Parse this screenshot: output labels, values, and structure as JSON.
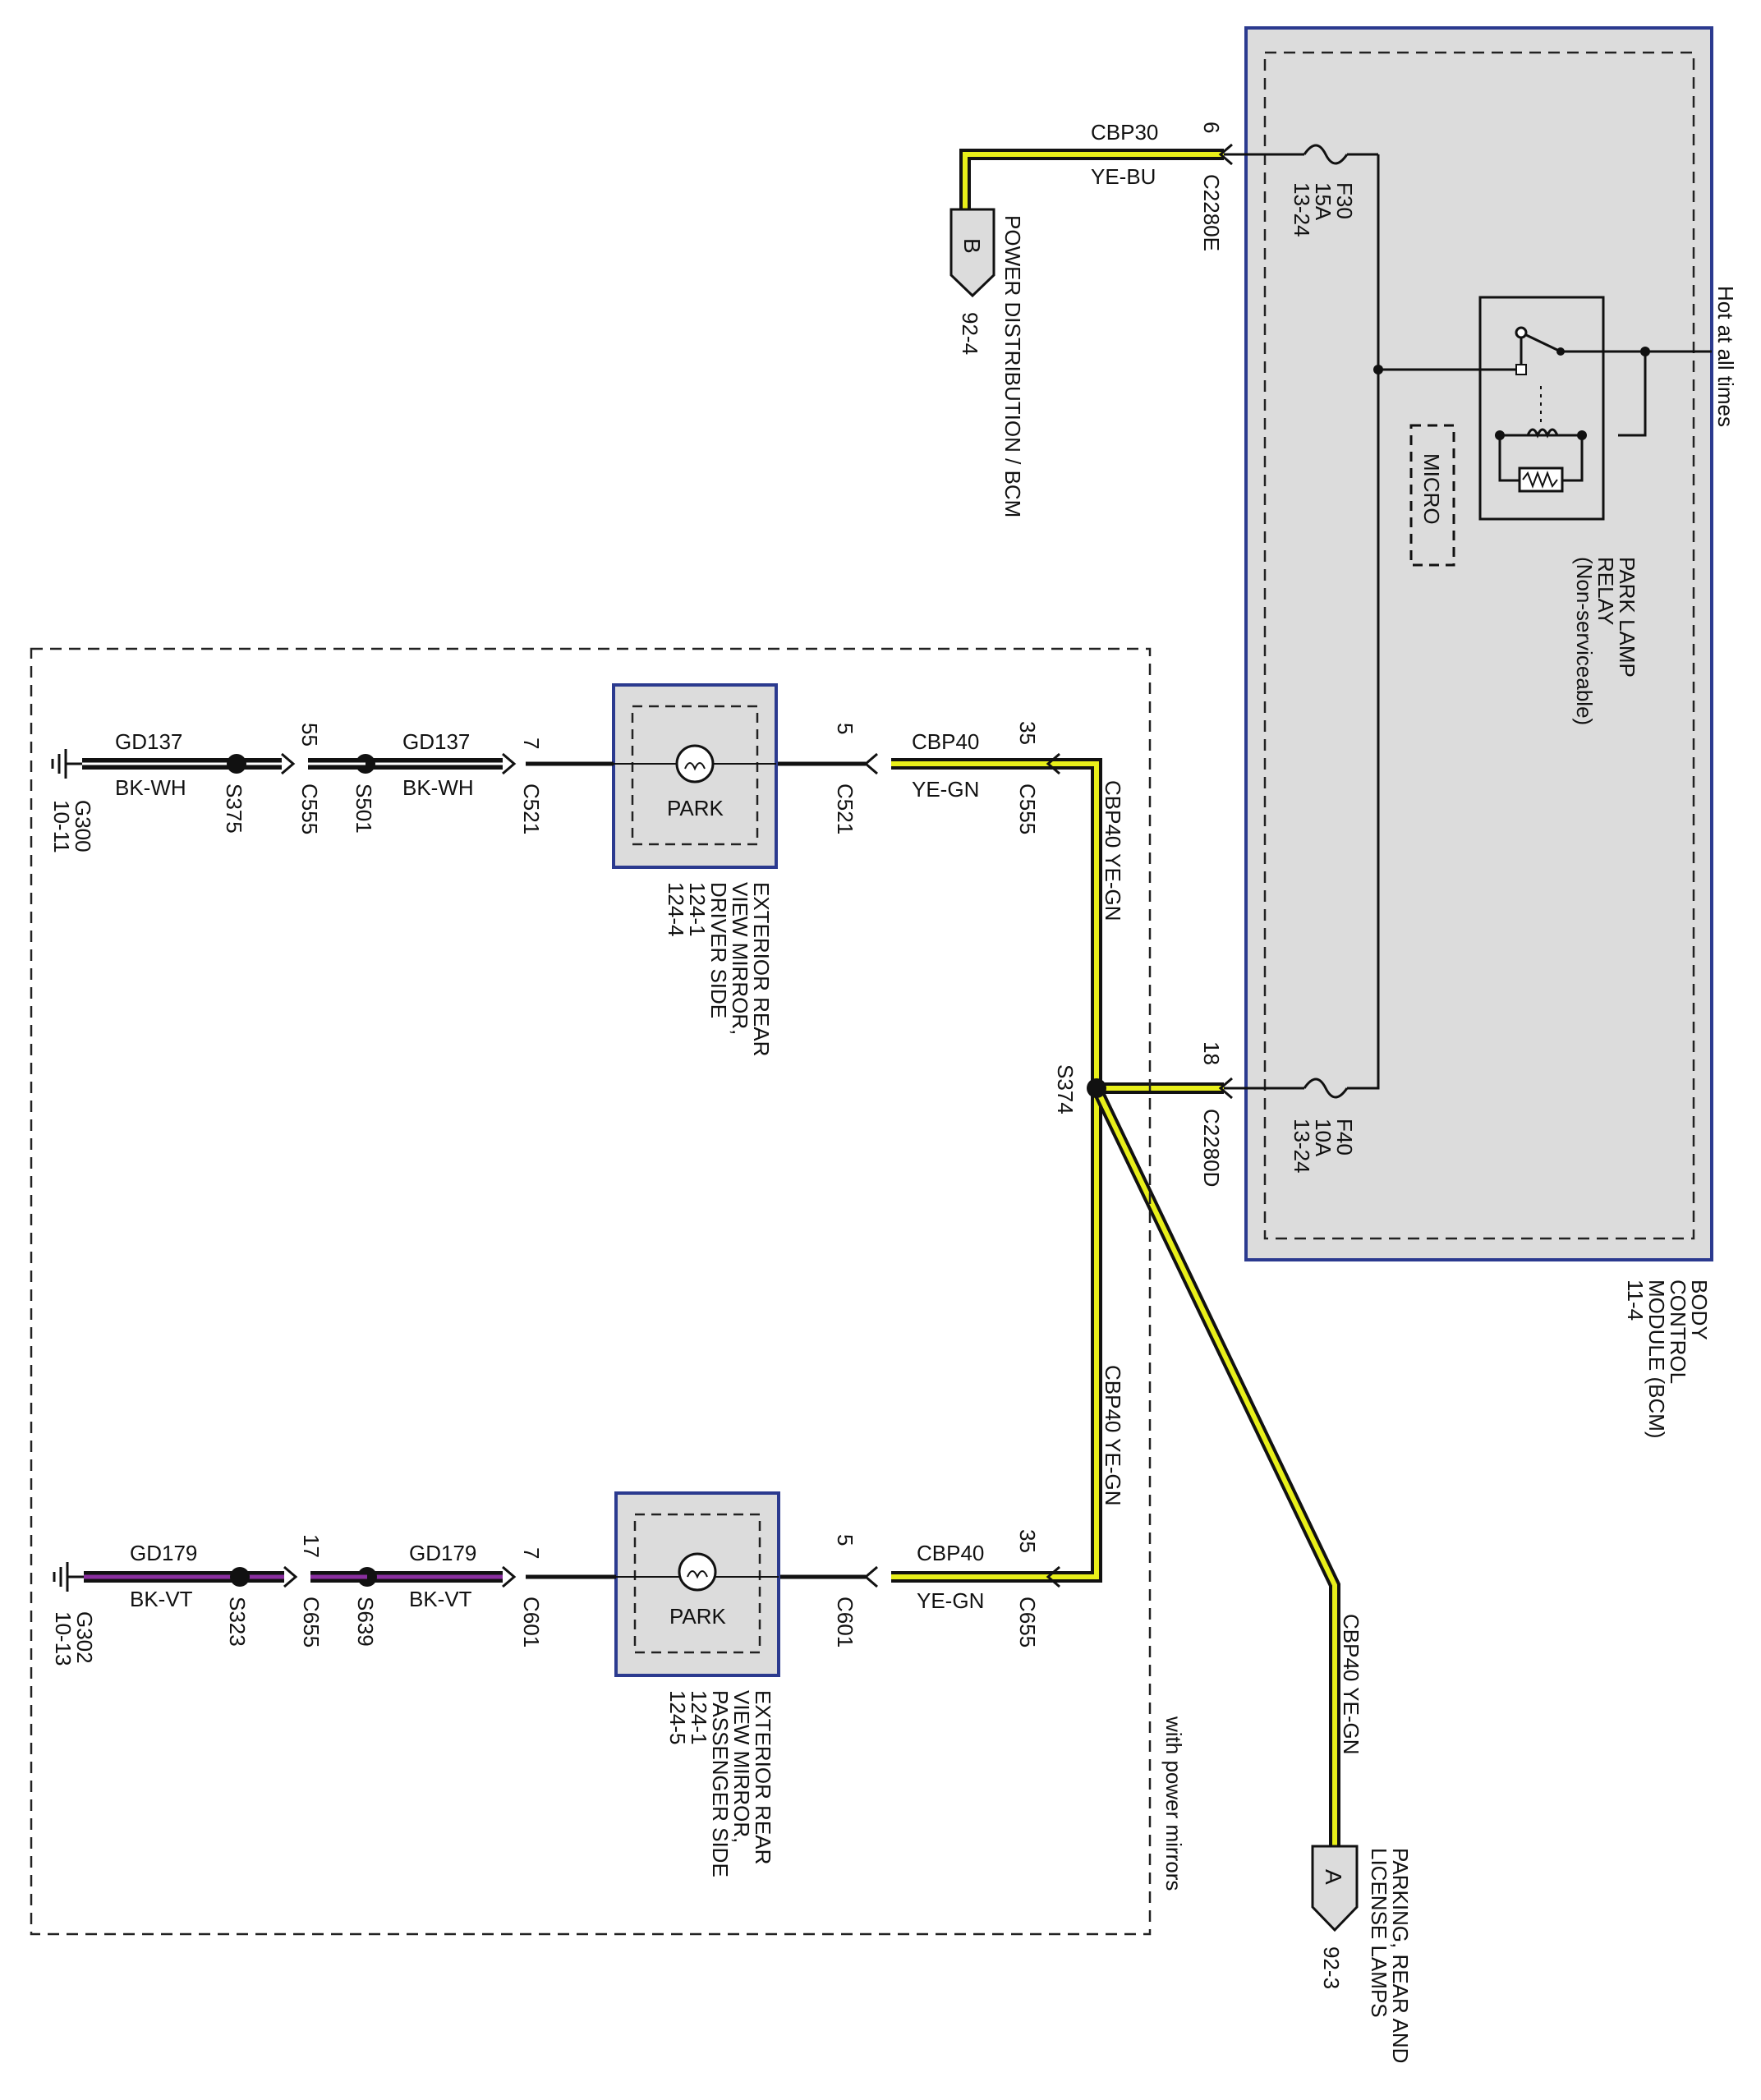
{
  "bcm": {
    "name_lines": [
      "BODY",
      "CONTROL",
      "MODULE (BCM)",
      "11-4"
    ],
    "hot_label": "Hot at all times",
    "relay_lines": [
      "PARK LAMP",
      "RELAY",
      "(Non-serviceable)"
    ],
    "micro": "MICRO",
    "fuse_f30": [
      "F30",
      "15A",
      "13-24"
    ],
    "fuse_f40": [
      "F40",
      "10A",
      "13-24"
    ]
  },
  "top": {
    "wire": "CBP30",
    "color": "YE-BU",
    "pin": "6",
    "connector": "C2280E",
    "off_letter": "B",
    "off_ref": "92-4",
    "off_name": "POWER DISTRIBUTION / BCM"
  },
  "f40_out": {
    "pin": "18",
    "connector": "C2280D",
    "splice": "S374"
  },
  "vertical": {
    "wire_upper": "CBP40 YE-GN",
    "wire_lower": "CBP40 YE-GN",
    "wire_diag": "CBP40 YE-GN"
  },
  "lamps_ref": {
    "letter": "A",
    "ref": "92-3",
    "name_lines": [
      "PARKING, REAR AND",
      "LICENSE LAMPS"
    ]
  },
  "mirror_block": {
    "note": "with power mirrors"
  },
  "driver": {
    "in_pin": "35",
    "in_conn": "C555",
    "wire": "CBP40",
    "color": "YE-GN",
    "lamp_pin_in": "5",
    "lamp_conn_in": "C521",
    "lamp": "PARK",
    "lamp_pin_out": "7",
    "lamp_conn_out": "C521",
    "gnd_wire": "GD137",
    "gnd_color": "BK-WH",
    "splice2": "S501",
    "conn2_pin": "55",
    "conn2": "C555",
    "splice1": "S375",
    "gnd_wire2": "GD137",
    "gnd_color2": "BK-WH",
    "ground": "G300",
    "ground_ref": "10-11",
    "name_lines": [
      "EXTERIOR REAR",
      "VIEW MIRROR,",
      "DRIVER SIDE",
      "124-1",
      "124-4"
    ]
  },
  "passenger": {
    "in_pin": "35",
    "in_conn": "C655",
    "wire": "CBP40",
    "color": "YE-GN",
    "lamp_pin_in": "5",
    "lamp_conn_in": "C601",
    "lamp": "PARK",
    "lamp_pin_out": "7",
    "lamp_conn_out": "C601",
    "gnd_wire": "GD179",
    "gnd_color": "BK-VT",
    "splice2": "S639",
    "conn2_pin": "17",
    "conn2": "C655",
    "splice1": "S323",
    "gnd_wire2": "GD179",
    "gnd_color2": "BK-VT",
    "ground": "G302",
    "ground_ref": "10-13",
    "name_lines": [
      "EXTERIOR REAR",
      "VIEW MIRROR,",
      "PASSENGER SIDE",
      "124-1",
      "124-5"
    ]
  },
  "colors": {
    "module_border": "#2b3a8f",
    "module_fill": "#dcdcdc",
    "wire_yellow": "#e8ef1a",
    "wire_violet": "#8b2fa0",
    "wire_black": "#111111"
  }
}
